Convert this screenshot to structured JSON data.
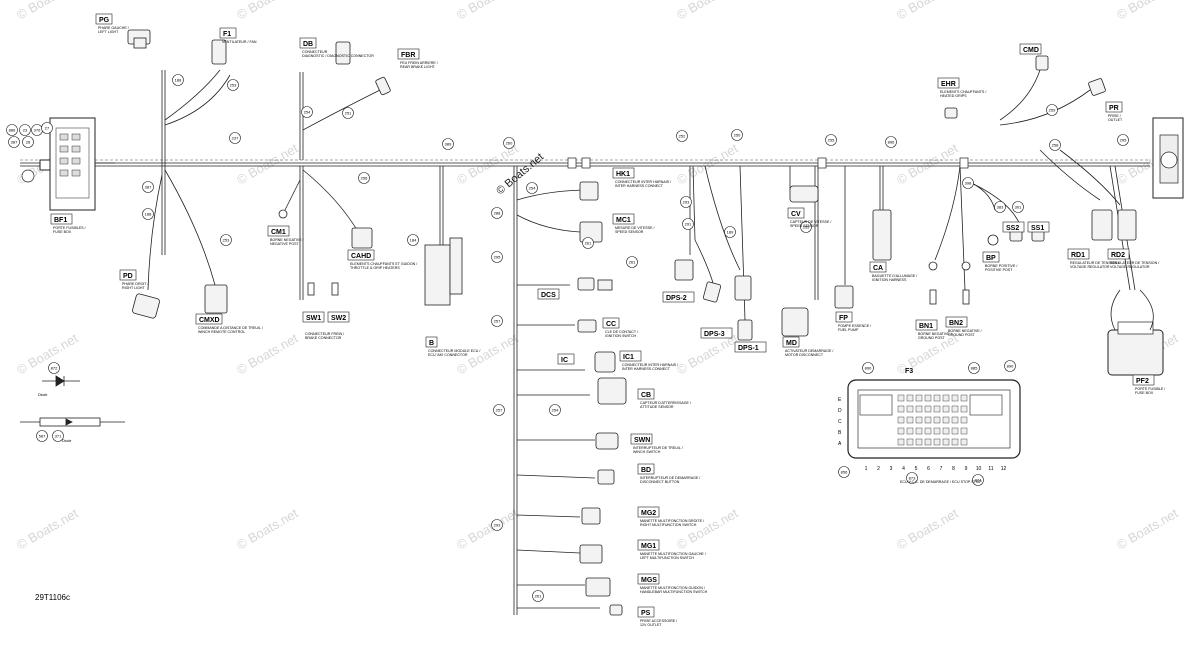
{
  "drawing_number": "29T1106c",
  "copyright_center": "© Boats.net",
  "watermark_text": "© Boats.net",
  "colors": {
    "ink": "#1a1a1a",
    "watermark": "#d6d6d6",
    "background": "#ffffff"
  },
  "components": {
    "pg": {
      "code": "PG",
      "line1": "PHARE GAUCHE /",
      "line2": "LEFT LIGHT"
    },
    "f1": {
      "code": "F1",
      "line1": "VENTILATEUR / FAN",
      "line2": ""
    },
    "db": {
      "code": "DB",
      "line1": "CONNECTEUR",
      "line2": "DIAGNOSTIC / DIAGNOSTIC CONNECTOR"
    },
    "fbr": {
      "code": "FBR",
      "line1": "FEU FREIN ARRIERE /",
      "line2": "REAR BRAKE LIGHT"
    },
    "bf1": {
      "code": "BF1",
      "line1": "PORTE FUSIBLES /",
      "line2": "FUSE BOX"
    },
    "pd": {
      "code": "PD",
      "line1": "PHARE DROIT /",
      "line2": "RIGHT LIGHT"
    },
    "cmxd": {
      "code": "CMXD",
      "line1": "COMMANDE A DISTANCE DE TREUIL /",
      "line2": "WINCH REMOTE CONTROL"
    },
    "cm1": {
      "code": "CM1",
      "line1": "BORNE NEGATIVE /",
      "line2": "NEGATIVE POST"
    },
    "cahd": {
      "code": "CAHD",
      "line1": "ELEMENTS CHAUFFANTS ET GUIDON /",
      "line2": "THROTTLE & GRIP HEATERS"
    },
    "sw1": {
      "code": "SW1",
      "line1": "",
      "line2": ""
    },
    "sw2": {
      "code": "SW2",
      "line1": "",
      "line2": ""
    },
    "contact": {
      "code": "",
      "line1": "CONNECTEUR FREIN /",
      "line2": "BRAKE CONNECTOR"
    },
    "b": {
      "code": "B",
      "line1": "CONNECTEUR MODULE ECU /",
      "line2": "ECU 'AM' CONNECTOR"
    },
    "hk1": {
      "code": "HK1",
      "line1": "CONNECTEUR INTER HARNAIS /",
      "line2": "INTER HARNESS CONNECT"
    },
    "mc1": {
      "code": "MC1",
      "line1": "MESURE DE VITESSE /",
      "line2": "SPEED SENSOR"
    },
    "cv": {
      "code": "CV",
      "line1": "CAPTEUR DE VITESSE /",
      "line2": "SPEED SENSOR"
    },
    "dcs": {
      "code": "DCS",
      "line1": "",
      "line2": ""
    },
    "dps2": {
      "code": "DPS-2",
      "line1": "",
      "line2": ""
    },
    "dps3": {
      "code": "DPS-3",
      "line1": "",
      "line2": ""
    },
    "dps1": {
      "code": "DPS-1",
      "line1": "",
      "line2": ""
    },
    "cc": {
      "code": "CC",
      "line1": "CLE DE CONTACT /",
      "line2": "IGNITION SWITCH"
    },
    "ca": {
      "code": "CA",
      "line1": "BAGUETTE D'ALLUMAGE /",
      "line2": "IGNITION HARNESS"
    },
    "md": {
      "code": "MD",
      "line1": "ACTIVATEUR DEMARRAGE /",
      "line2": "MOTOR DISCONNECT"
    },
    "fp": {
      "code": "FP",
      "line1": "POMPE ESSENCE /",
      "line2": "FUEL PUMP"
    },
    "bn1": {
      "code": "BN1",
      "line1": "BORNE NEGATIVE /",
      "line2": "GROUND POST"
    },
    "bn2": {
      "code": "BN2",
      "line1": "BORNE NEGATIVE /",
      "line2": "GROUND POST"
    },
    "bp": {
      "code": "BP",
      "line1": "BORNE POSITIVE /",
      "line2": "POSITIVE POST"
    },
    "ss2": {
      "code": "SS2",
      "line1": "",
      "line2": ""
    },
    "ss1": {
      "code": "SS1",
      "line1": "",
      "line2": ""
    },
    "rd1": {
      "code": "RD1",
      "line1": "REGULATEUR DE TENSION /",
      "line2": "VOLTAGE REGULATOR"
    },
    "rd2": {
      "code": "RD2",
      "line1": "REGULATEUR DE TENSION /",
      "line2": "VOLTAGE REGULATOR"
    },
    "ehr": {
      "code": "EHR",
      "line1": "ELEMENTS CHAUFFANTS /",
      "line2": "HEATED GRIPS"
    },
    "cmd": {
      "code": "CMD",
      "line1": "",
      "line2": ""
    },
    "pr": {
      "code": "PR",
      "line1": "PRISE /",
      "line2": "OUTLET"
    },
    "ic": {
      "code": "IC",
      "line1": "",
      "line2": ""
    },
    "ic1": {
      "code": "IC1",
      "line1": "CONNECTEUR INTER HARNAIS /",
      "line2": "INTER HARNESS CONNECT"
    },
    "cb": {
      "code": "CB",
      "line1": "CAPTEUR D'ATTERRISSAGE /",
      "line2": "ATTITUDE SENSOR"
    },
    "swn": {
      "code": "SWN",
      "line1": "INTERRUPTEUR DE TREUIL /",
      "line2": "WINCH SWITCH"
    },
    "bd": {
      "code": "BD",
      "line1": "INTERRUPTEUR DE DEMARRAGE /",
      "line2": "DISCONNECT BUTTON"
    },
    "mg2": {
      "code": "MG2",
      "line1": "MANETTE MULTIFONCTION DROITE /",
      "line2": "RIGHT MULTIFUNCTION SWITCH"
    },
    "mg1": {
      "code": "MG1",
      "line1": "MANETTE MULTIFONCTION GAUCHE /",
      "line2": "LEFT MULTIFUNCTION SWITCH"
    },
    "mgs": {
      "code": "MGS",
      "line1": "MANETTE MULTIFONCTION GUIDON /",
      "line2": "HANDLEBAR MULTIFUNCTION SWITCH"
    },
    "ps": {
      "code": "PS",
      "line1": "PRISE ACCESSOIRE /",
      "line2": "12V OUTLET"
    },
    "pf2": {
      "code": "PF2",
      "line1": "PORTE FUSIBLE /",
      "line2": "FUSE BOX"
    },
    "diode": {
      "code": "",
      "line1": "Diode",
      "line2": ""
    },
    "diode2": {
      "code": "",
      "line1": "Diode",
      "line2": ""
    },
    "ecu_conn": {
      "code": "",
      "line1": "ECU V.C.C. DE DEMARRAGE / ECU STOP STRIP",
      "line2": ""
    }
  },
  "refs": {
    "r886": "886",
    "r23": "23",
    "r376": "376",
    "r27": "27",
    "r387": "387",
    "r28": "28",
    "r188": "188",
    "r253": "253",
    "r237": "237",
    "r254": "254",
    "r251": "251",
    "r389": "389",
    "r256": "256",
    "r260": "260",
    "r261": "261",
    "r288": "288",
    "r295": "295",
    "r257": "257",
    "r252": "252",
    "r250": "250",
    "r255": "255",
    "r189": "189",
    "r291": "291",
    "r293": "293",
    "r184": "184",
    "r896": "896",
    "r398": "398",
    "r383": "383",
    "r301": "301",
    "r872": "872",
    "r587": "587",
    "r371": "371",
    "r856": "856",
    "r890": "890",
    "r258": "258",
    "r259": "259",
    "r890b": "890",
    "r885": "885",
    "r873": "873",
    "r874": "874"
  },
  "fuse_panel": {
    "rows": [
      "E",
      "D",
      "C",
      "B",
      "A"
    ],
    "cols": [
      "1",
      "2",
      "3",
      "4",
      "5",
      "6",
      "7",
      "8",
      "9",
      "10",
      "11",
      "12"
    ],
    "label_fuse": "F3"
  }
}
